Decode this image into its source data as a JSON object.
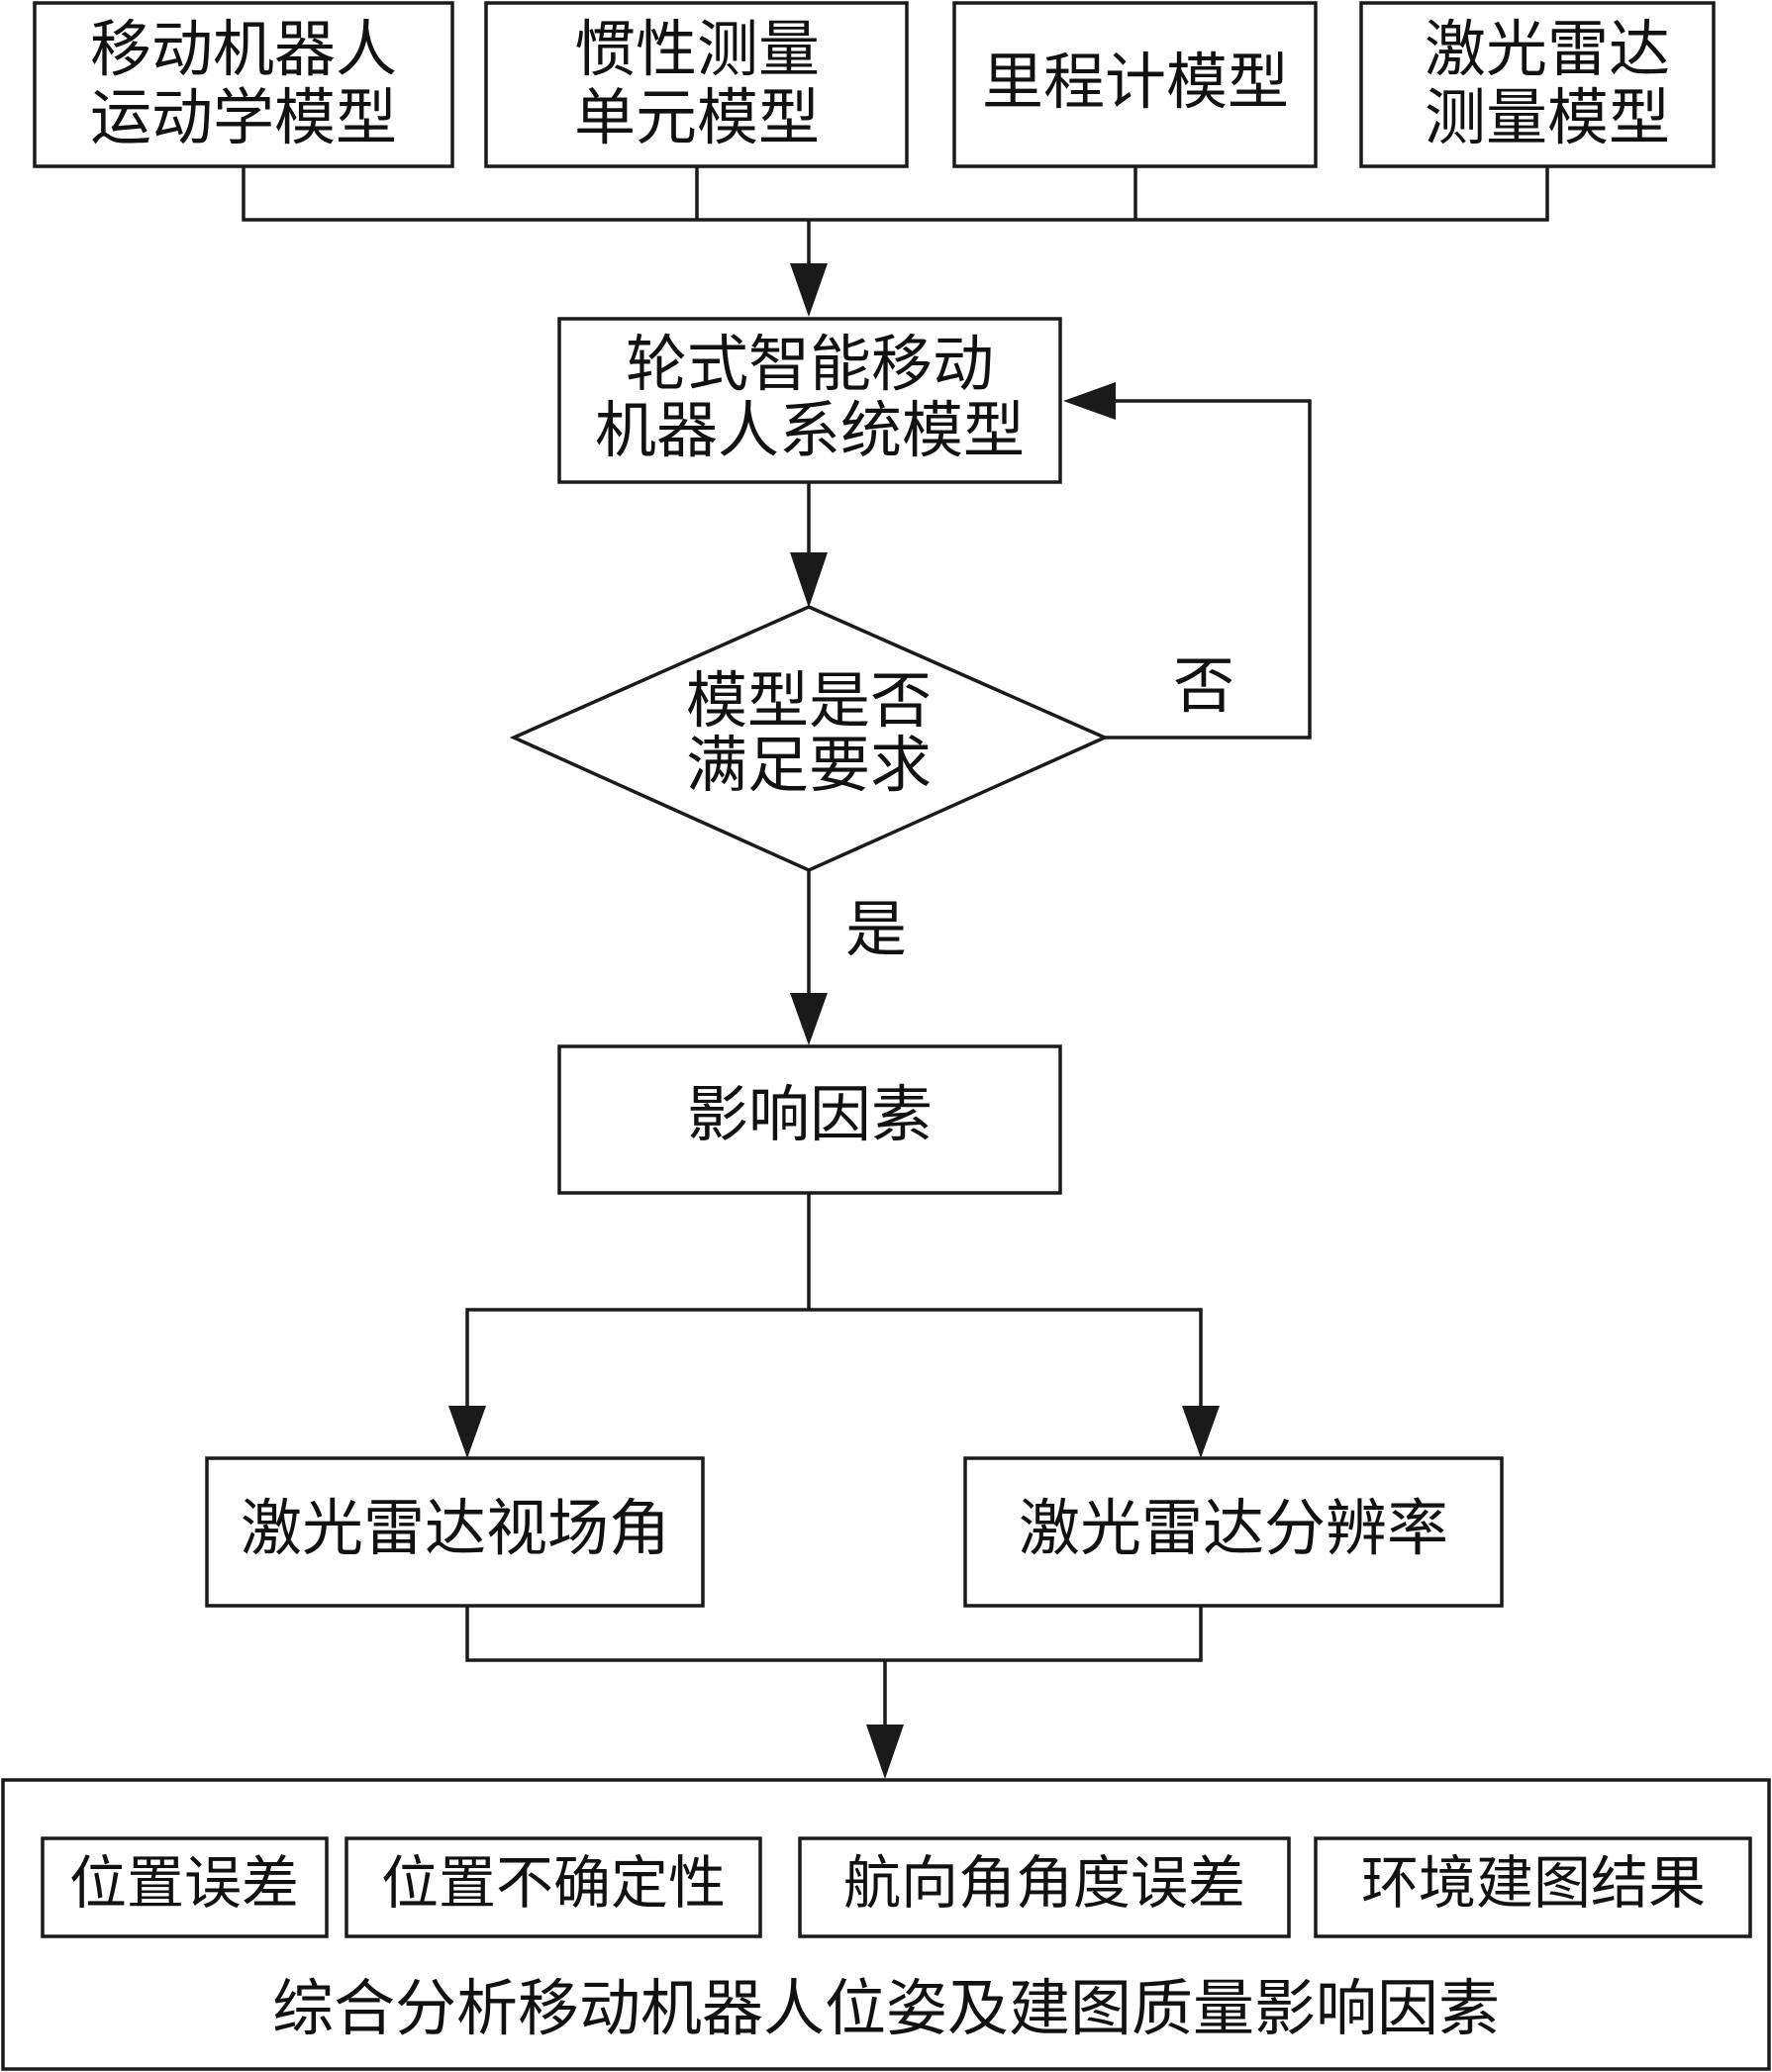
{
  "inputs": {
    "kinematics": [
      "移动机器人",
      "运动学模型"
    ],
    "imu": [
      "惯性测量",
      "单元模型"
    ],
    "odometer": [
      "里程计模型"
    ],
    "lidar_measure": [
      "激光雷达",
      "测量模型"
    ]
  },
  "system_model": [
    "轮式智能移动",
    "机器人系统模型"
  ],
  "decision": [
    "模型是否",
    "满足要求"
  ],
  "labels": {
    "no": "否",
    "yes": "是"
  },
  "factors": "影响因素",
  "lidar_fov": "激光雷达视场角",
  "lidar_resolution": "激光雷达分辨率",
  "outcomes": [
    "位置误差",
    "位置不确定性",
    "航向角角度误差",
    "环境建图结果"
  ],
  "summary": "综合分析移动机器人位姿及建图质量影响因素"
}
